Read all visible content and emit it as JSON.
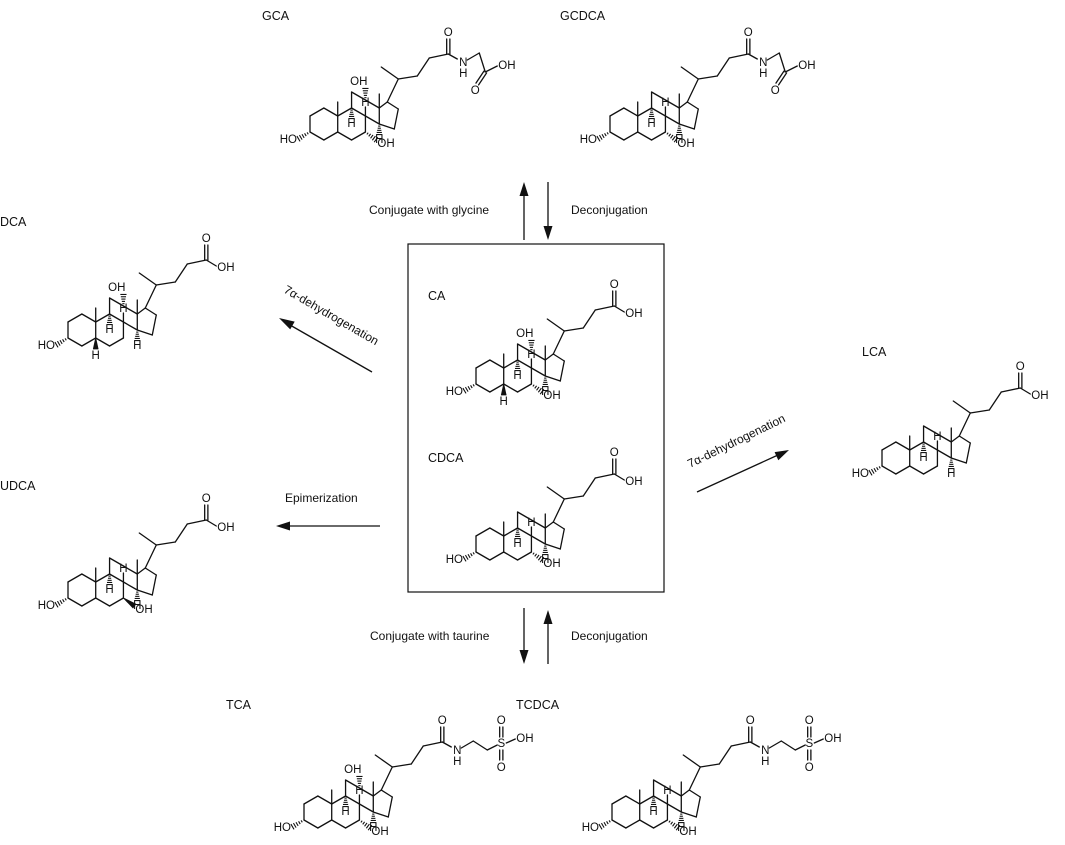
{
  "compounds": [
    {
      "id": "gca",
      "name": "GCA",
      "oh12": true,
      "oh7": "alpha",
      "h5": false,
      "side": "glycine"
    },
    {
      "id": "gcdca",
      "name": "GCDCA",
      "oh12": false,
      "oh7": "alpha",
      "h5": false,
      "side": "glycine"
    },
    {
      "id": "dca",
      "name": "DCA",
      "oh12": true,
      "oh7": "none",
      "h5": true,
      "side": "acid"
    },
    {
      "id": "udca",
      "name": "UDCA",
      "oh12": false,
      "oh7": "beta",
      "h5": false,
      "side": "acid"
    },
    {
      "id": "ca",
      "name": "CA",
      "oh12": true,
      "oh7": "alpha",
      "h5": true,
      "side": "acid"
    },
    {
      "id": "cdca",
      "name": "CDCA",
      "oh12": false,
      "oh7": "alpha",
      "h5": false,
      "side": "acid"
    },
    {
      "id": "lca",
      "name": "LCA",
      "oh12": false,
      "oh7": "none",
      "h5": false,
      "side": "acid"
    },
    {
      "id": "tca",
      "name": "TCA",
      "oh12": true,
      "oh7": "alpha",
      "h5": false,
      "side": "taurine"
    },
    {
      "id": "tcdca",
      "name": "TCDCA",
      "oh12": false,
      "oh7": "alpha",
      "h5": false,
      "side": "taurine"
    }
  ],
  "atoms": {
    "oh": "OH",
    "ho": "HO",
    "h": "H",
    "o": "O",
    "nh": "N",
    "nh_h": "H",
    "s": "S"
  },
  "reactions": {
    "glycine": "Conjugate with glycine",
    "deconj_top": "Deconjugation",
    "taurine": "Conjugate with taurine",
    "deconj_bottom": "Deconjugation",
    "dehydro_left": "7α-dehydrogenation",
    "dehydro_right": "7α-dehydrogenation",
    "epimerization": "Epimerization"
  }
}
